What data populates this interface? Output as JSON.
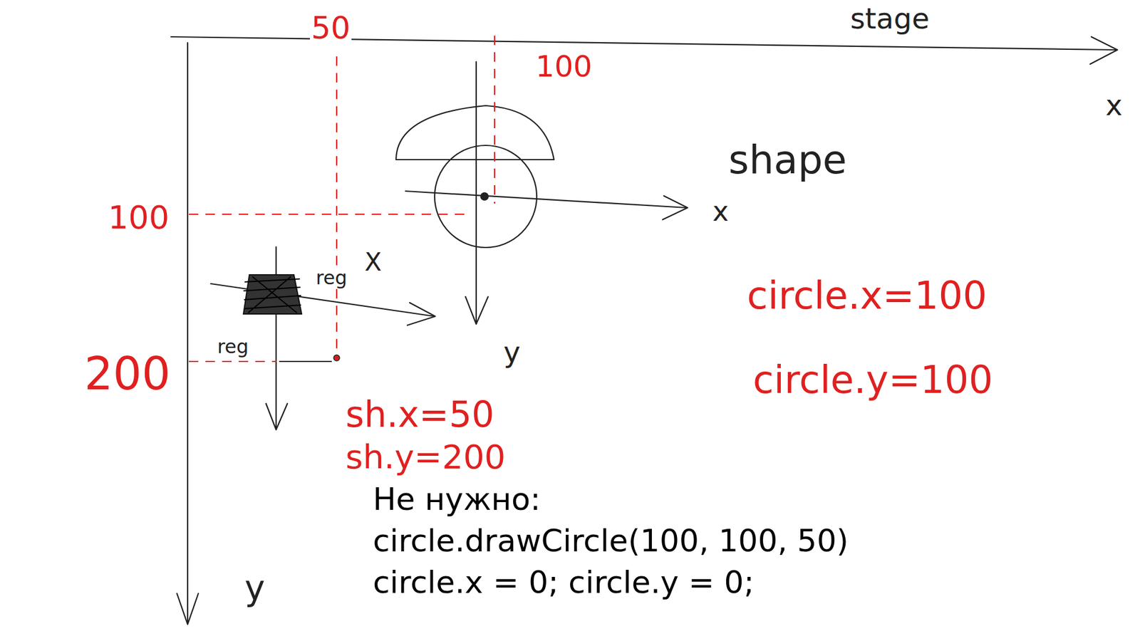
{
  "diagram": {
    "labels": [
      "50",
      "stage",
      "100",
      "x",
      "shape",
      "x",
      "100",
      "circle.x=100",
      "X",
      "reg",
      "y",
      "200",
      "reg",
      "circle.y=100",
      "sh.x=50",
      "sh.y=200",
      "Не нужно:",
      "circle.drawCircle(100, 100, 50)",
      "circle.x = 0; circle.y = 0;",
      "y"
    ]
  }
}
